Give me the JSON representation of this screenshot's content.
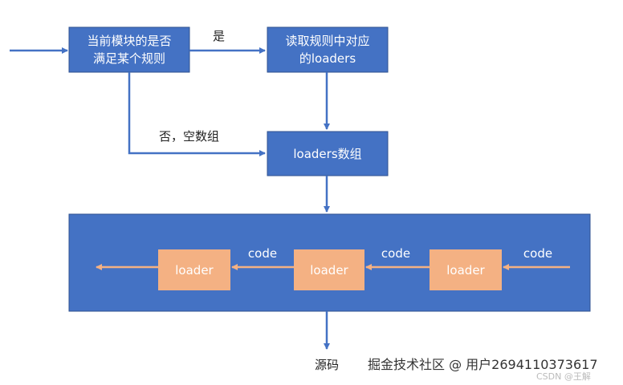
{
  "colors": {
    "box_fill": "#4472c4",
    "box_stroke": "#2f528f",
    "loader_fill": "#f4b183",
    "code_arrow": "#f4b183",
    "edge": "#4472c4"
  },
  "nodes": {
    "condition": {
      "line1": "当前模块的是否",
      "line2": "满足某个规则"
    },
    "read_rules": {
      "line1": "读取规则中对应",
      "line2": "的loaders"
    },
    "loaders_array": {
      "label": "loaders数组"
    },
    "loader_left": {
      "label": "loader"
    },
    "loader_middle": {
      "label": "loader"
    },
    "loader_right": {
      "label": "loader"
    }
  },
  "edges": {
    "yes_label": "是",
    "no_label": "否，空数组",
    "code_labels": [
      "code",
      "code",
      "code"
    ]
  },
  "output": {
    "label": "源码"
  },
  "watermark": {
    "main": "掘金技术社区 @ 用户2694110373617",
    "sub": "CSDN @王解"
  }
}
